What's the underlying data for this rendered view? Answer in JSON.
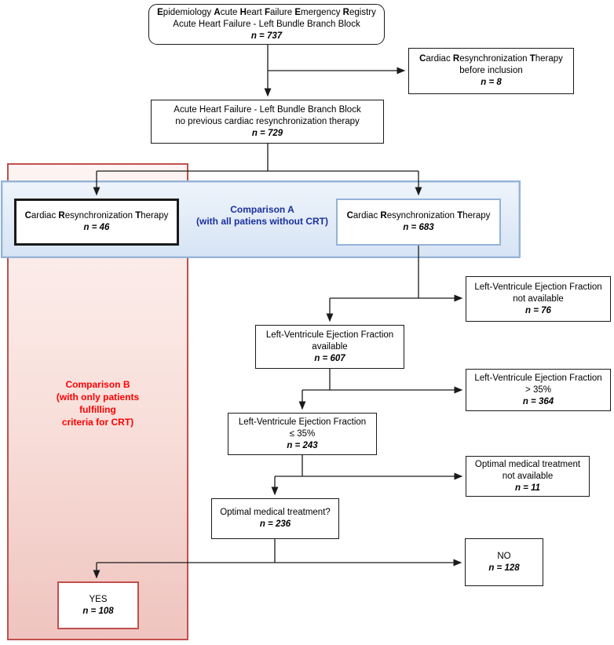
{
  "colors": {
    "red_accent": "#c0504d",
    "blue_border": "#95b3d7",
    "comparison_a_text": "#1b2f9e",
    "comparison_b_text": "#ff0000"
  },
  "crt_parts": [
    "C",
    "ardiac ",
    "R",
    "esynchronization ",
    "T",
    "herapy"
  ],
  "registry": {
    "line1_parts": [
      "E",
      "pidemiology ",
      "A",
      "cute ",
      "H",
      "eart ",
      "F",
      "ailure ",
      "E",
      "mergency ",
      "R",
      "egistry"
    ],
    "line2": "Acute Heart Failure - Left Bundle Branch Block",
    "n": "n = 737"
  },
  "crt_before_inclusion": {
    "line2": "before inclusion",
    "n": "n = 8"
  },
  "no_previous_crt": {
    "line1": "Acute Heart Failure - Left Bundle Branch Block",
    "line2": "no previous cardiac resynchronization therapy",
    "n": "n = 729"
  },
  "comparison_a": {
    "title": "Comparison A",
    "subtitle": "(with all patiens without CRT)"
  },
  "comparison_b": {
    "lines": [
      "Comparison B",
      "(with only patients",
      "fulfilling",
      "criteria for CRT)"
    ]
  },
  "crt_group": {
    "n": "n = 46"
  },
  "no_crt_group": {
    "n": "n = 683"
  },
  "lvef_not_available": {
    "line1": "Left-Ventricule Ejection Fraction",
    "line2": "not available",
    "n": "n = 76"
  },
  "lvef_available": {
    "line1": "Left-Ventricule Ejection Fraction",
    "line2": "available",
    "n": "n = 607"
  },
  "lvef_above_35": {
    "line1": "Left-Ventricule Ejection Fraction",
    "line2": "> 35%",
    "n": "n = 364"
  },
  "lvef_below_35": {
    "line1": "Left-Ventricule Ejection Fraction",
    "line2": "≤ 35%",
    "n": "n = 243"
  },
  "omt_not_available": {
    "line1": "Optimal medical treatment",
    "line2": "not available",
    "n": "n = 11"
  },
  "omt_question": {
    "line1": "Optimal medical treatment?",
    "n": "n = 236"
  },
  "no_group": {
    "line1": "NO",
    "n": "n = 128"
  },
  "yes_group": {
    "line1": "YES",
    "n": "n = 108"
  }
}
